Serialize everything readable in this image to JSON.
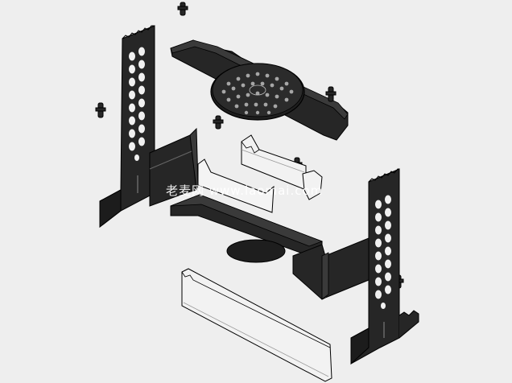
{
  "diagram": {
    "kind": "exploded-view",
    "style": "isometric line drawing",
    "watermark": "老麦网 www.laomai.com",
    "colors": {
      "background": "#eeeeee",
      "dark_part": "#262626",
      "dark_part_top": "#3a3a3a",
      "light_part": "#f2f2f2",
      "edge": "#000000"
    }
  }
}
